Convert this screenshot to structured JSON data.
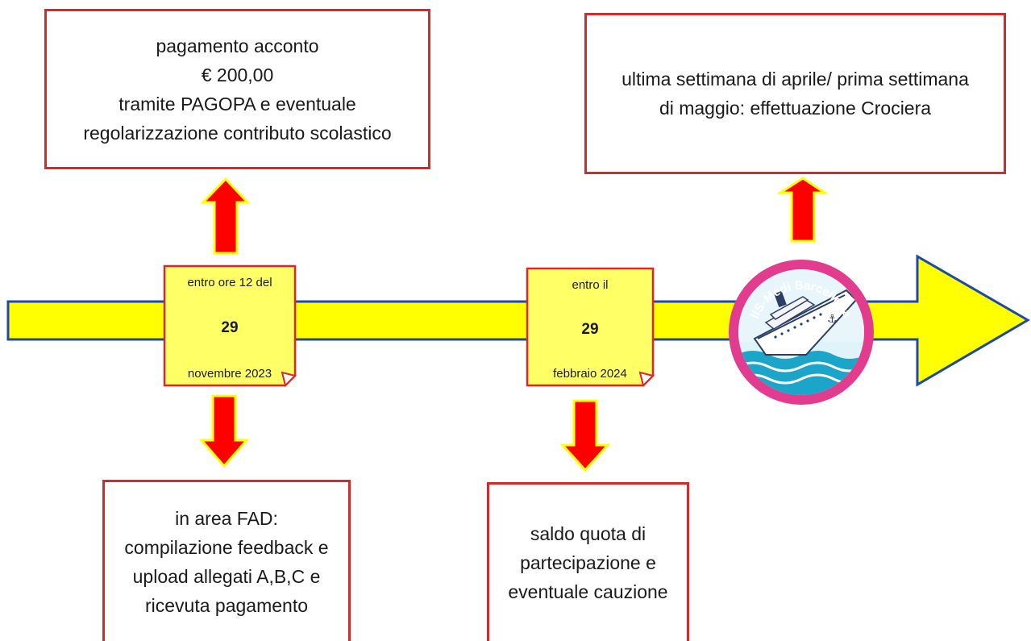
{
  "box_acconto": {
    "lines": [
      "pagamento acconto",
      "€ 200,00",
      "tramite PAGOPA e eventuale",
      "regolarizzazione contributo scolastico"
    ]
  },
  "box_crociera": {
    "lines": [
      "ultima settimana di aprile/ prima settimana",
      "di maggio: effettuazione Crociera"
    ]
  },
  "box_fad": {
    "lines": [
      "in area FAD:",
      "compilazione feedback e",
      "upload allegati A,B,C e",
      "ricevuta pagamento"
    ]
  },
  "box_saldo": {
    "lines": [
      "saldo quota di",
      "partecipazione e",
      "eventuale cauzione"
    ]
  },
  "note_1": {
    "top": "entro ore 12 del",
    "day": "29",
    "bottom": "novembre 2023"
  },
  "note_2": {
    "top": "entro il",
    "day": "29",
    "bottom": "febbraio 2024"
  },
  "logo": {
    "text": "IIS-Medi Barcellona"
  },
  "colors": {
    "timeline_fill": "#ffff00",
    "timeline_border": "#1f49a8",
    "box_border": "#d42a2a",
    "arrow_fill": "#ff0000",
    "arrow_border": "#ffff00",
    "note_fill": "#ffff66",
    "note_border": "#e0242a",
    "logo_ring": "#e23c8f"
  }
}
